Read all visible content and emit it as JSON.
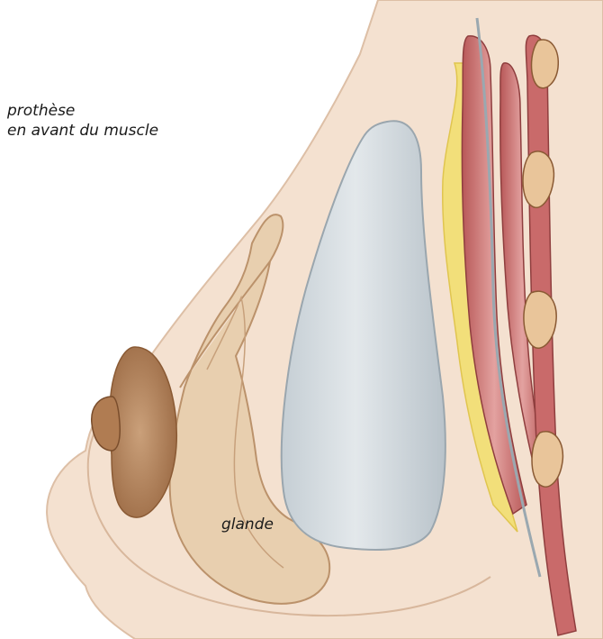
{
  "labels": {
    "implant_line1": "prothèse",
    "implant_line2": "en avant du muscle",
    "gland": "glande"
  },
  "colors": {
    "skin": "#f4e1d0",
    "skin_edge": "#ddbfa6",
    "gland": "#e8cfae",
    "gland_edge": "#b98e66",
    "areola": "#b7875f",
    "implant": "#d6dde2",
    "implant_edge": "#9aa6ae",
    "fat": "#f2df7a",
    "muscle": "#c96a6a",
    "muscle_light": "#e7a7a3",
    "rib": "#e9c59a",
    "rib_edge": "#8a5a34",
    "fascia": "#9aa8b0"
  }
}
